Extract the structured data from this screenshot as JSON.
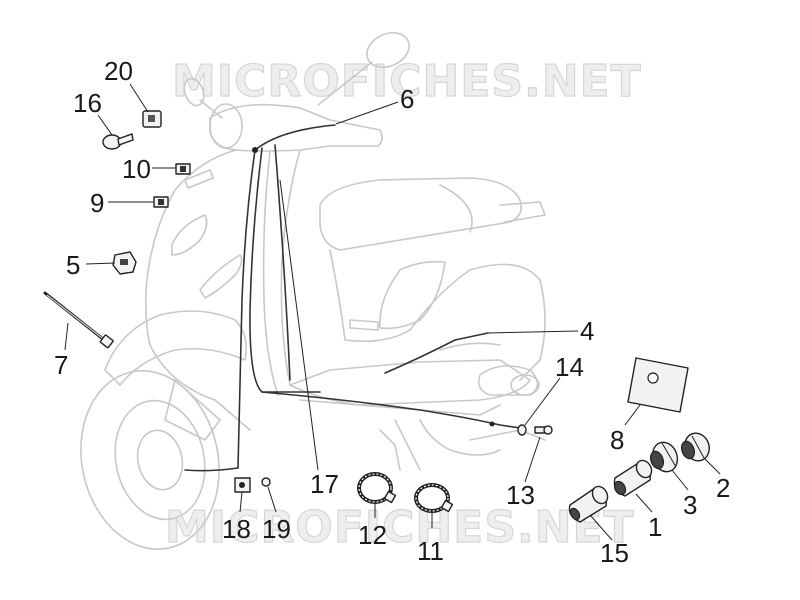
{
  "watermark": {
    "text": "MICROFICHES.NET"
  },
  "callouts": [
    {
      "id": "1",
      "label": "1"
    },
    {
      "id": "2",
      "label": "2"
    },
    {
      "id": "3",
      "label": "3"
    },
    {
      "id": "4",
      "label": "4"
    },
    {
      "id": "5",
      "label": "5"
    },
    {
      "id": "6",
      "label": "6"
    },
    {
      "id": "7",
      "label": "7"
    },
    {
      "id": "8",
      "label": "8"
    },
    {
      "id": "9",
      "label": "9"
    },
    {
      "id": "10",
      "label": "10"
    },
    {
      "id": "11",
      "label": "11"
    },
    {
      "id": "12",
      "label": "12"
    },
    {
      "id": "13",
      "label": "13"
    },
    {
      "id": "14",
      "label": "14"
    },
    {
      "id": "15",
      "label": "15"
    },
    {
      "id": "16",
      "label": "16"
    },
    {
      "id": "17",
      "label": "17"
    },
    {
      "id": "18",
      "label": "18"
    },
    {
      "id": "19",
      "label": "19"
    },
    {
      "id": "20",
      "label": "20"
    }
  ]
}
